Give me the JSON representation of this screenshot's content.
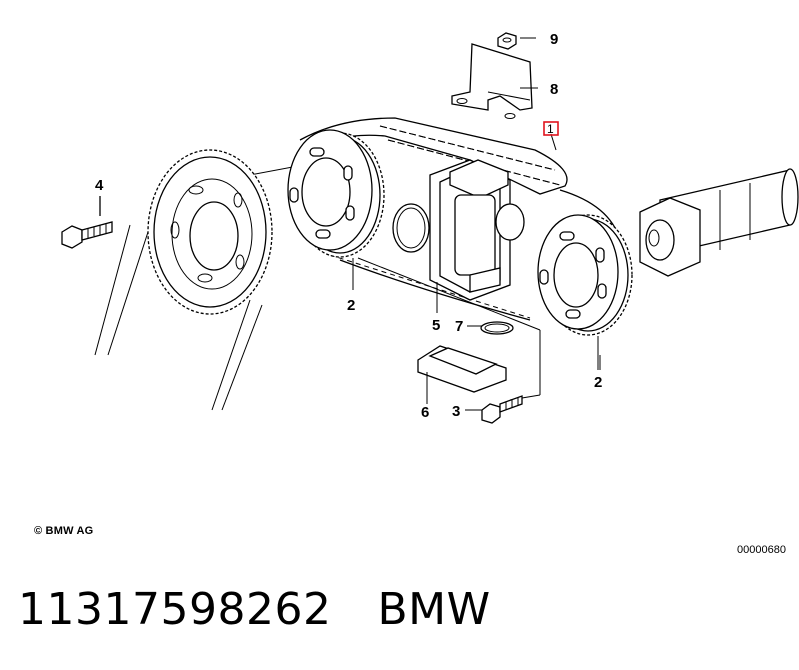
{
  "diagram": {
    "callouts": [
      {
        "id": "9",
        "label": "9"
      },
      {
        "id": "8",
        "label": "8"
      },
      {
        "id": "1",
        "label": "1"
      },
      {
        "id": "4",
        "label": "4"
      },
      {
        "id": "2a",
        "label": "2"
      },
      {
        "id": "5",
        "label": "5"
      },
      {
        "id": "7",
        "label": "7"
      },
      {
        "id": "2b",
        "label": "2"
      },
      {
        "id": "6",
        "label": "6"
      },
      {
        "id": "3",
        "label": "3"
      }
    ],
    "highlight_color": "#e0141e",
    "copyright": "© BMW AG",
    "diagram_id": "00000680"
  },
  "caption": {
    "part_number": "11317598262",
    "brand": "BMW"
  }
}
